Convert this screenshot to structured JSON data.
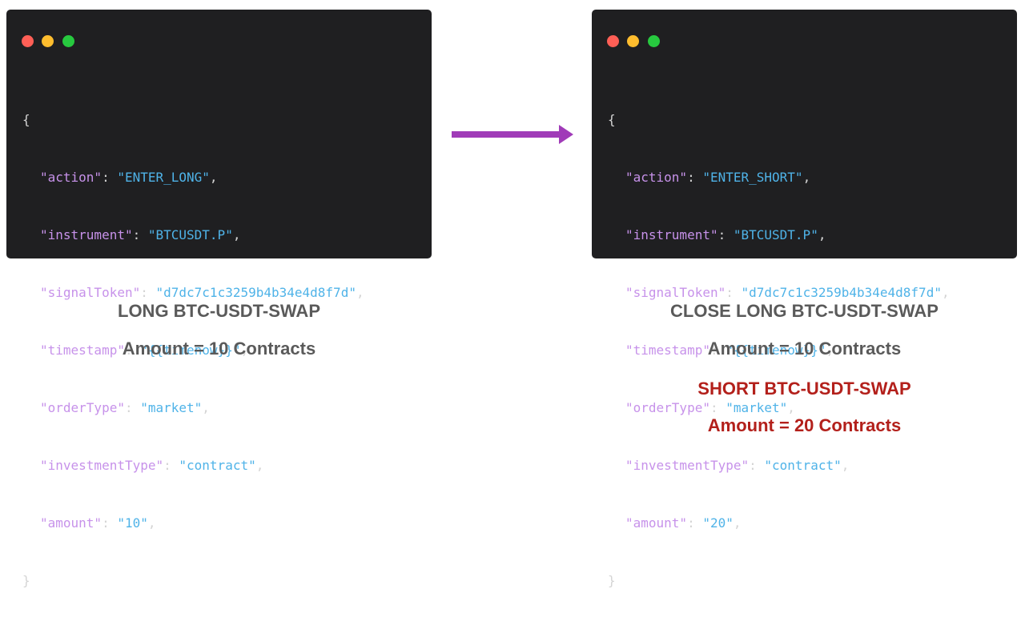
{
  "left_panel": {
    "open_brace": "{",
    "close_brace": "}",
    "lines": [
      {
        "key": "\"action\"",
        "value": "\"ENTER_LONG\""
      },
      {
        "key": "\"instrument\"",
        "value": "\"BTCUSDT.P\""
      },
      {
        "key": "\"signalToken\"",
        "value": "\"d7dc7c1c3259b4b34e4d8f7d\""
      },
      {
        "key": "\"timestamp\"",
        "value": "\"{{timenow}}\""
      },
      {
        "key": "\"orderType\"",
        "value": "\"market\""
      },
      {
        "key": "\"investmentType\"",
        "value": "\"contract\""
      },
      {
        "key": "\"amount\"",
        "value": "\"10\""
      }
    ],
    "captions": [
      "LONG BTC-USDT-SWAP",
      "Amount = 10 Contracts"
    ]
  },
  "right_panel": {
    "open_brace": "{",
    "close_brace": "}",
    "lines": [
      {
        "key": "\"action\"",
        "value": "\"ENTER_SHORT\""
      },
      {
        "key": "\"instrument\"",
        "value": "\"BTCUSDT.P\""
      },
      {
        "key": "\"signalToken\"",
        "value": "\"d7dc7c1c3259b4b34e4d8f7d\""
      },
      {
        "key": "\"timestamp\"",
        "value": "\"{{timenow}}\""
      },
      {
        "key": "\"orderType\"",
        "value": "\"market\""
      },
      {
        "key": "\"investmentType\"",
        "value": "\"contract\""
      },
      {
        "key": "\"amount\"",
        "value": "\"20\""
      }
    ],
    "captions": [
      "CLOSE LONG BTC-USDT-SWAP",
      "Amount = 10 Contracts"
    ],
    "highlight_captions": [
      "SHORT BTC-USDT-SWAP",
      "Amount = 20 Contracts"
    ]
  },
  "colors": {
    "window_bg": "#1f1f21",
    "key": "#c792ea",
    "value": "#4fb3e8",
    "arrow": "#a03bb8",
    "caption_gray": "#5a5a5a",
    "caption_red": "#b3201b"
  }
}
